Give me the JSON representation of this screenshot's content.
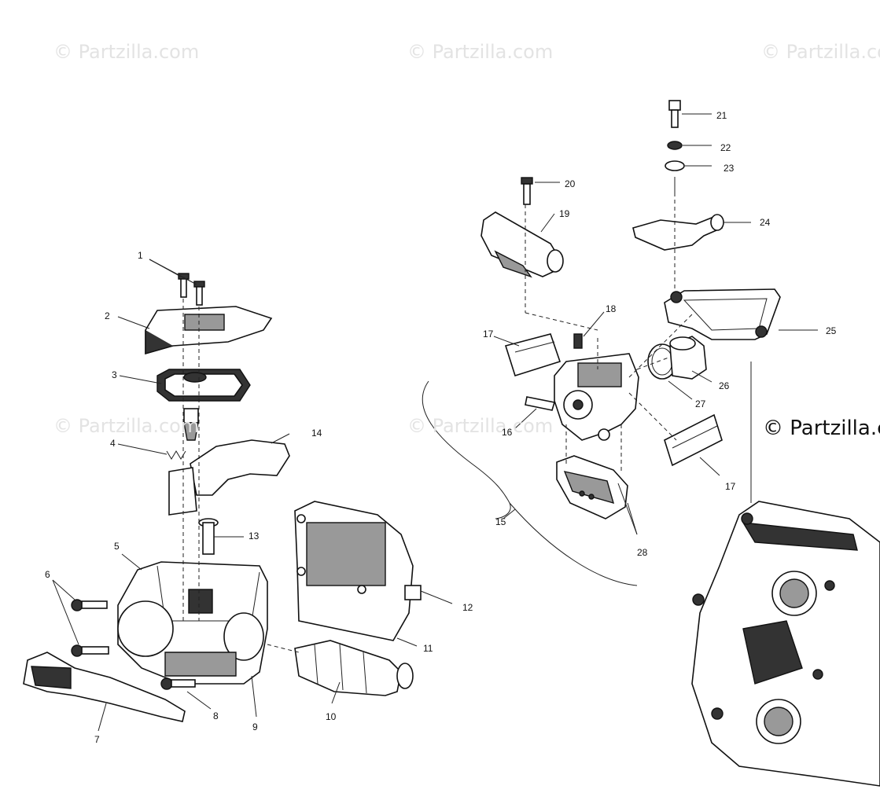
{
  "watermarks": {
    "wm1": "© Partzilla.com",
    "wm2": "© Partzilla.com",
    "wm3": "© Partzilla.com",
    "wm4": "© Partzilla.com",
    "wm5": "© Partzilla.com",
    "wm6": "© Partzilla.com"
  },
  "callouts": [
    "1",
    "2",
    "3",
    "4",
    "5",
    "6",
    "7",
    "8",
    "9",
    "10",
    "11",
    "12",
    "13",
    "14",
    "15",
    "16",
    "17",
    "17",
    "18",
    "19",
    "20",
    "21",
    "22",
    "23",
    "24",
    "25",
    "26",
    "27",
    "28"
  ]
}
